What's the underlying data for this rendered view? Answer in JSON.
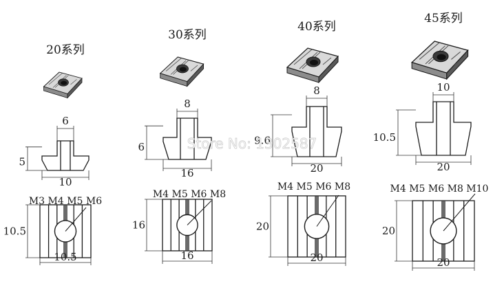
{
  "watermark": "Store No: 1302587",
  "colors": {
    "line": "#1a1a1a",
    "shade_dark": "#3a3a3a",
    "shade_light": "#d9d9d9",
    "background": "#ffffff"
  },
  "series": [
    {
      "id": "s20",
      "title": "20系列",
      "side_view": {
        "stem_width": "6",
        "flange_height": "5",
        "base_width": "10"
      },
      "top_view": {
        "height": "10.5",
        "width": "10.5",
        "threads": "M3 M4 M5 M6"
      }
    },
    {
      "id": "s30",
      "title": "30系列",
      "side_view": {
        "stem_width": "8",
        "flange_height": "6",
        "base_width": "16"
      },
      "top_view": {
        "height": "16",
        "width": "16",
        "threads": "M4 M5 M6 M8"
      }
    },
    {
      "id": "s40",
      "title": "40系列",
      "side_view": {
        "stem_width": "8",
        "flange_height": "9.6",
        "base_width": "20"
      },
      "top_view": {
        "height": "20",
        "width": "20",
        "threads": "M4 M5 M6 M8"
      }
    },
    {
      "id": "s45",
      "title": "45系列",
      "side_view": {
        "stem_width": "10",
        "flange_height": "10.5",
        "base_width": "20"
      },
      "top_view": {
        "height": "20",
        "width": "20",
        "threads": "M4 M5 M6 M8 M10"
      }
    }
  ]
}
